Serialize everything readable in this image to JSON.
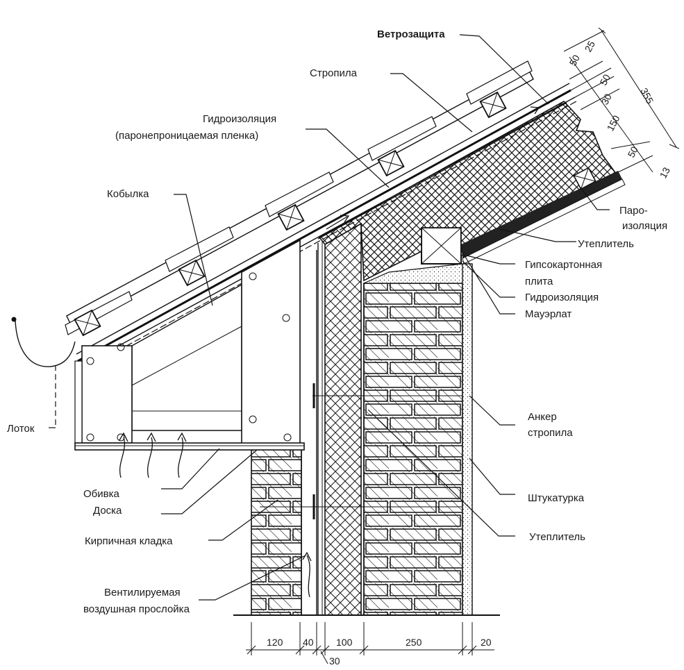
{
  "labels": {
    "vetrozashchita": "Ветрозащита",
    "stropila": "Стропила",
    "gidroizolyaciya_top_1": "Гидроизоляция",
    "gidroizolyaciya_top_2": "(паронепроницаемая пленка)",
    "kobylka": "Кобылка",
    "paroizolyaciya_1": "Пароизоляция",
    "paroizolyaciya_2": "изоляция",
    "paroizolyaciya_prefix": "Паро-",
    "uteplitel_roof": "Утеплитель",
    "gipsokarton_1": "Гипсокартонная",
    "gipsokarton_2": "плита",
    "gidroizolyaciya_mid": "Гидроизоляция",
    "mauerlat": "Мауэрлат",
    "anker_1": "Анкер",
    "anker_2": "стропила",
    "shtukaturka": "Штукатурка",
    "uteplitel_wall": "Утеплитель",
    "lotok": "Лоток",
    "obivka": "Обивка",
    "doska": "Доска",
    "kirpichnaya": "Кирпичная кладка",
    "vent_1": "Вентилируемая",
    "vent_2": "воздушная прослойка"
  },
  "dimensions": {
    "bottom": [
      "120",
      "40",
      "100",
      "250",
      "20"
    ],
    "bottom_sub": "30",
    "roof": [
      "25",
      "50",
      "50",
      "30",
      "150",
      "50",
      "13"
    ],
    "roof_total": "355"
  }
}
